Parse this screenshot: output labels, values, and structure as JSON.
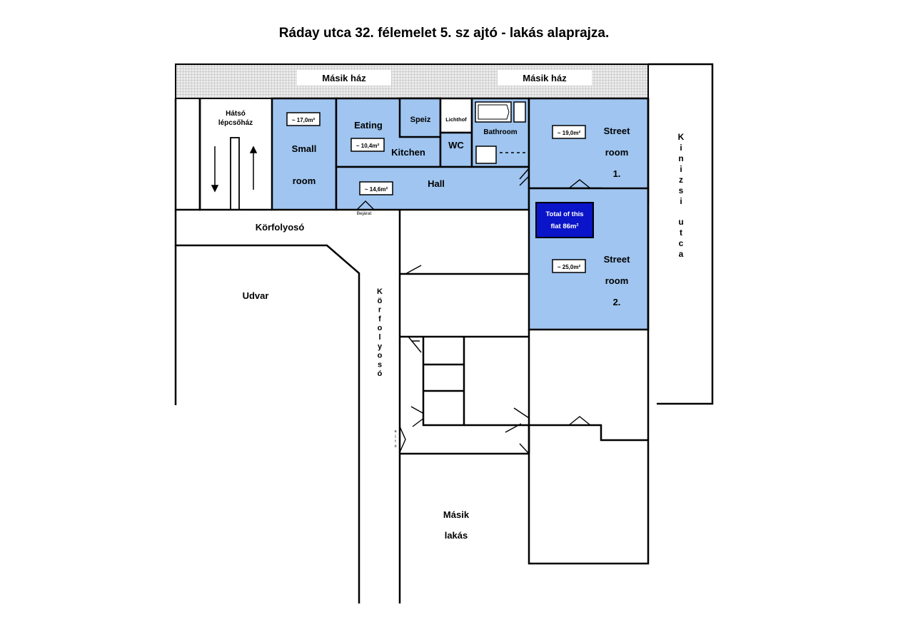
{
  "title": "Ráday utca 32. félemelet 5. sz ajtó - lakás alaprajza.",
  "colors": {
    "room_fill": "#9fc5f0",
    "total_box": "#0a14c8",
    "hatch": "#d4d4d4"
  },
  "labels": {
    "other_house_1": "Másik ház",
    "other_house_2": "Másik ház",
    "back_stair_1": "Hátsó",
    "back_stair_2": "lépcsőház",
    "korfolyoso_h": "Körfolyosó",
    "korfolyoso_v": "Körfolyosó",
    "udvar": "Udvar",
    "kinizsi_1": "Kinizsi",
    "kinizsi_2": "utca",
    "bejarat": "Bejárat",
    "ajto": "ajtó",
    "other_flat_1": "Másik",
    "other_flat_2": "lakás",
    "small_room_1": "Small",
    "small_room_2": "room",
    "small_room_area": "~ 17,0m²",
    "eating": "Eating",
    "kitchen": "Kitchen",
    "kitchen_area": "~ 10,4m²",
    "speiz": "Speiz",
    "lichthof": "Lichthof",
    "wc": "WC",
    "bathroom": "Bathroom",
    "hall": "Hall",
    "hall_area": "~ 14,6m²",
    "street_room1_1": "Street",
    "street_room1_2": "room",
    "street_room1_3": "1.",
    "street_room1_area": "~ 19,0m²",
    "street_room2_1": "Street",
    "street_room2_2": "room",
    "street_room2_3": "2.",
    "street_room2_area": "~ 25,0m²",
    "total_1": "Total of this",
    "total_2": "flat 86m²"
  }
}
